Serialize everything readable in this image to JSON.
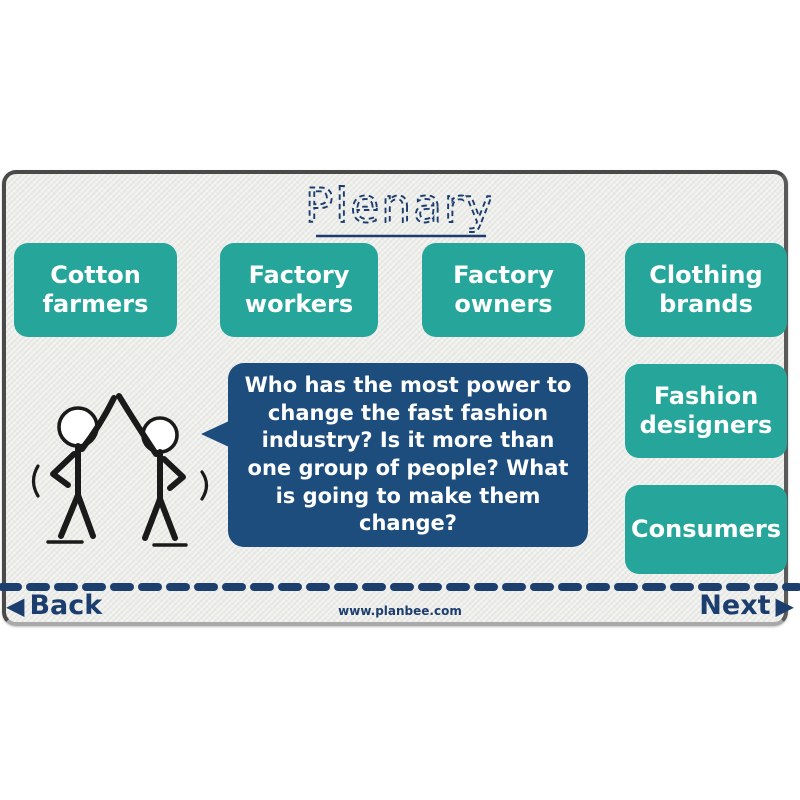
{
  "slide": {
    "title": "Plenary",
    "group_buttons": [
      {
        "label": "Cotton farmers"
      },
      {
        "label": "Factory workers"
      },
      {
        "label": "Factory owners"
      },
      {
        "label": "Clothing brands"
      },
      {
        "label": "Fashion designers"
      },
      {
        "label": "Consumers"
      }
    ],
    "question_bubble": {
      "text": "Who has the most power to change the fast fashion industry? Is it more than one group of people? What is going to make them change?"
    },
    "footer": {
      "back_label": "Back",
      "next_label": "Next",
      "website": "www.planbee.com"
    },
    "icons": {
      "back_arrow": "◀",
      "next_arrow": "▶",
      "figures": "two-people-high-five"
    },
    "colors": {
      "teal": "#26a69a",
      "navy": "#1c3e6e",
      "bubble_blue": "#1d4d7d",
      "slide_background": "#e9e9e6",
      "frame_border": "#4a4a4a"
    }
  }
}
